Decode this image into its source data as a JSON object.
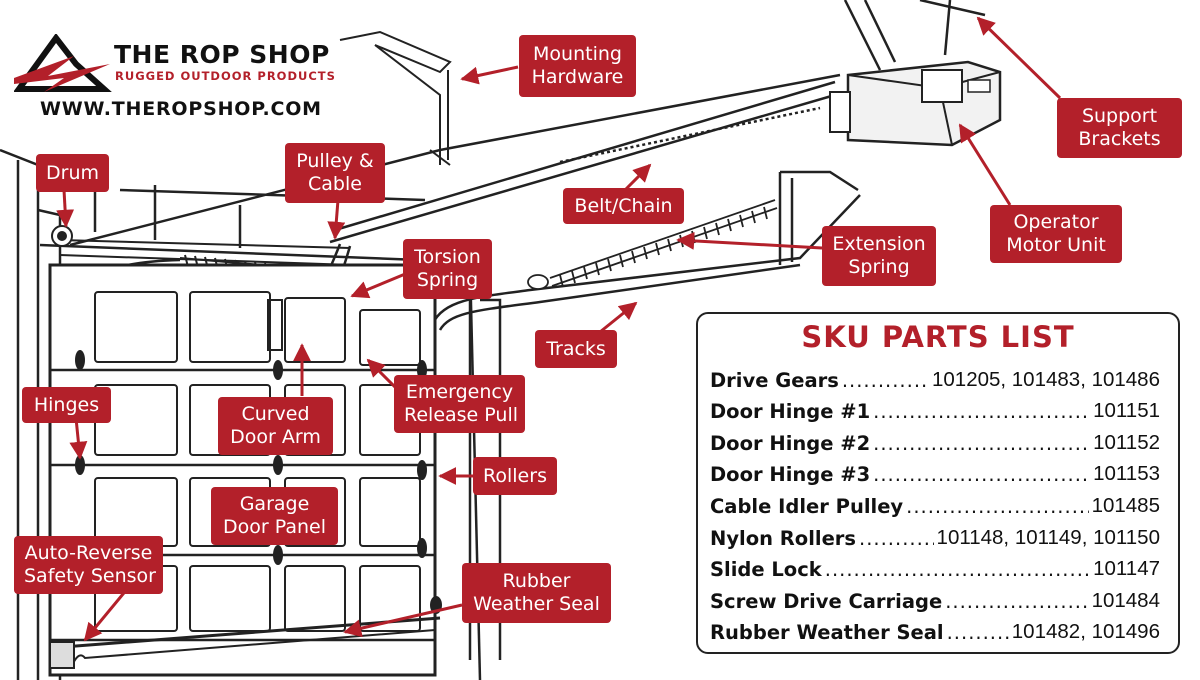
{
  "brand": {
    "name": "THE ROP SHOP",
    "tagline": "RUGGED OUTDOOR PRODUCTS",
    "url": "WWW.THEROPSHOP.COM",
    "accent": "#b3202a"
  },
  "callouts": {
    "mounting_hardware": [
      "Mounting",
      "Hardware"
    ],
    "support_brackets": [
      "Support",
      "Brackets"
    ],
    "drum": [
      "Drum"
    ],
    "pulley_cable": [
      "Pulley &",
      "Cable"
    ],
    "belt_chain": [
      "Belt/Chain"
    ],
    "operator_motor": [
      "Operator",
      "Motor Unit"
    ],
    "torsion_spring": [
      "Torsion",
      "Spring"
    ],
    "extension_spring": [
      "Extension",
      "Spring"
    ],
    "tracks": [
      "Tracks"
    ],
    "hinges": [
      "Hinges"
    ],
    "emergency_release": [
      "Emergency",
      "Release Pull"
    ],
    "curved_door_arm": [
      "Curved",
      "Door Arm"
    ],
    "rollers": [
      "Rollers"
    ],
    "garage_door_panel": [
      "Garage",
      "Door Panel"
    ],
    "auto_reverse": [
      "Auto-Reverse",
      "Safety Sensor"
    ],
    "rubber_weather_seal": [
      "Rubber",
      "Weather Seal"
    ]
  },
  "sku_list": {
    "title": "SKU PARTS LIST",
    "items": [
      {
        "name": "Drive Gears",
        "sku": "101205, 101483, 101486"
      },
      {
        "name": "Door Hinge #1",
        "sku": "101151"
      },
      {
        "name": "Door Hinge #2",
        "sku": "101152"
      },
      {
        "name": "Door Hinge #3",
        "sku": "101153"
      },
      {
        "name": "Cable Idler Pulley",
        "sku": "101485"
      },
      {
        "name": "Nylon Rollers",
        "sku": "101148, 101149, 101150"
      },
      {
        "name": "Slide Lock",
        "sku": "101147"
      },
      {
        "name": "Screw Drive Carriage",
        "sku": "101484"
      },
      {
        "name": "Rubber Weather Seal",
        "sku": "101482, 101496"
      }
    ]
  }
}
